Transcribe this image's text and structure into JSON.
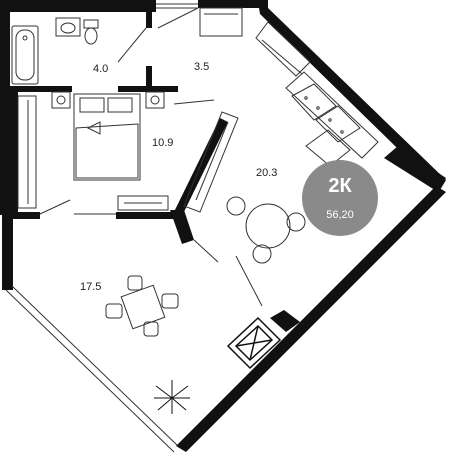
{
  "rooms": {
    "bathroom": {
      "area": "4.0"
    },
    "hall": {
      "area": "3.5"
    },
    "bedroom": {
      "area": "10.9"
    },
    "living": {
      "area": "20.3"
    },
    "lounge": {
      "area": "17.5"
    }
  },
  "badge": {
    "type": "2К",
    "total_area": "56,20",
    "color": "#8a8a8a"
  },
  "colors": {
    "wall": "#111111",
    "line": "#333333",
    "background": "#ffffff"
  }
}
